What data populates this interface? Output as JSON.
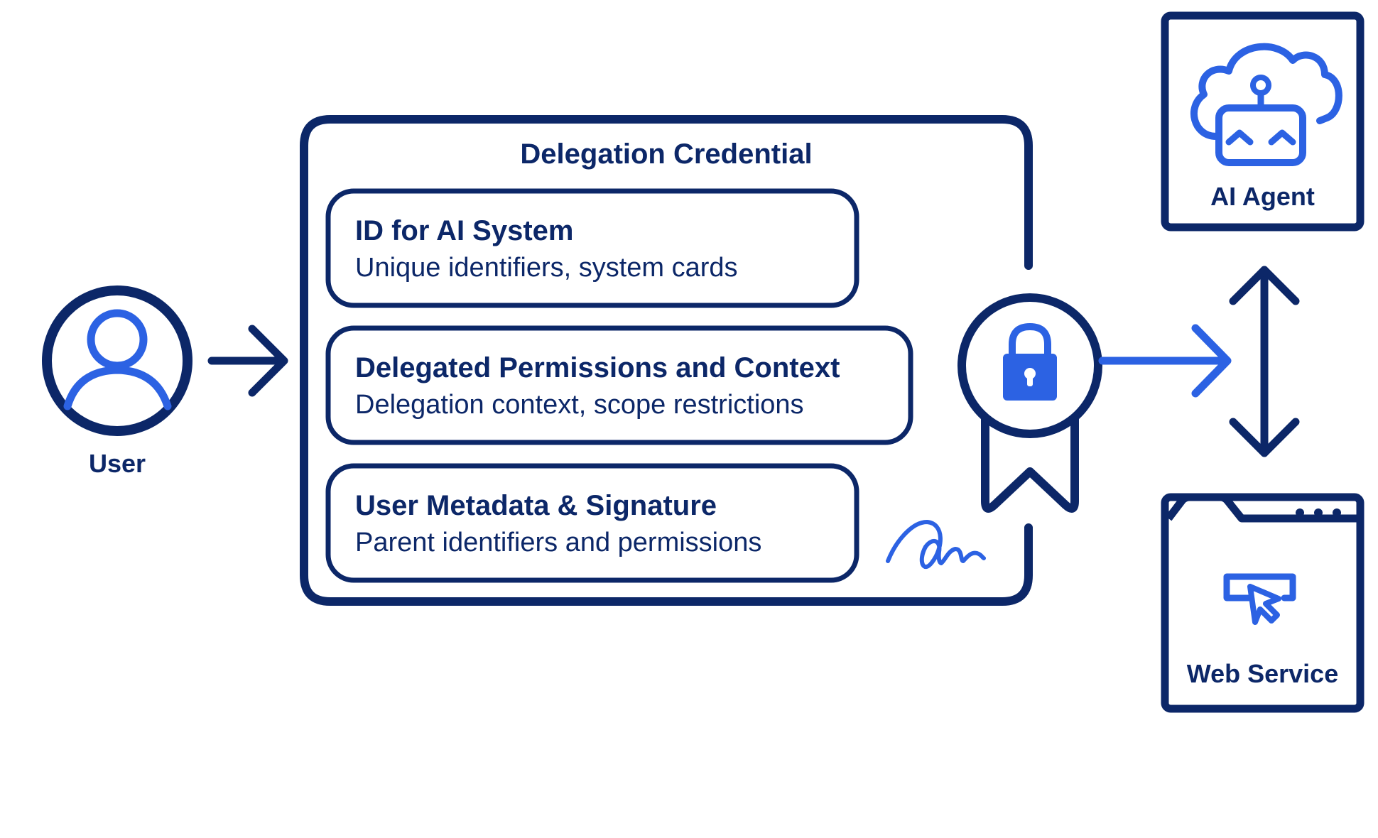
{
  "user": {
    "label": "User"
  },
  "credential": {
    "title": "Delegation Credential",
    "items": [
      {
        "title": "ID for AI System",
        "subtitle": "Unique identifiers, system cards"
      },
      {
        "title": "Delegated Permissions and Context",
        "subtitle": "Delegation context, scope restrictions"
      },
      {
        "title": "User Metadata & Signature",
        "subtitle": "Parent identifiers and permissions"
      }
    ]
  },
  "ai_agent": {
    "label": "AI Agent"
  },
  "web_service": {
    "label": "Web Service"
  },
  "colors": {
    "navy": "#0c2768",
    "blue": "#2c62e3"
  },
  "icons": {
    "user": "user-icon",
    "lock": "lock-icon",
    "ribbon": "ribbon-icon",
    "signature": "signature-icon",
    "robot_cloud": "robot-cloud-icon",
    "browser_cursor": "browser-cursor-icon"
  }
}
